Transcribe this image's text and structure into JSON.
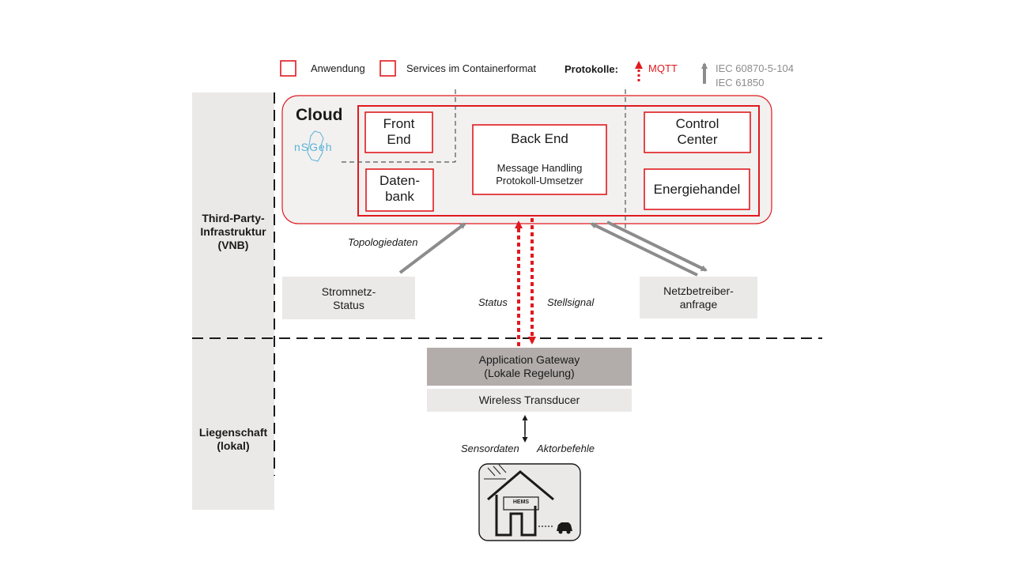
{
  "legend": {
    "application": "Anwendung",
    "services": "Services im Containerformat",
    "protocols_title": "Protokolle:",
    "mqtt": "MQTT",
    "iec_1": "IEC 60870-5-104",
    "iec_2": "IEC 61850"
  },
  "sidebar": {
    "third_party": "Third-Party-\nInfrastruktur\n(VNB)",
    "property": "Liegenschaft\n(lokal)"
  },
  "cloud": {
    "title": "Cloud",
    "logo_text": "nSGeh",
    "front_end": "Front\nEnd",
    "database": "Daten-\nbank",
    "back_end": "Back End",
    "back_end_sub": "Message Handling\nProtokoll-Umsetzer",
    "control_center": "Control\nCenter",
    "energy_trading": "Energiehandel"
  },
  "flows": {
    "topology": "Topologiedaten",
    "status": "Status",
    "control_signal": "Stellsignal",
    "sensor": "Sensordaten",
    "actuator": "Aktorbefehle"
  },
  "boxes": {
    "grid_status": "Stromnetz-\nStatus",
    "operator_request": "Netzbetreiber-\nanfrage",
    "gateway": "Application Gateway\n(Lokale Regelung)",
    "transducer": "Wireless Transducer"
  },
  "house": {
    "hems": "HEMS"
  },
  "colors": {
    "red": "#e0191e",
    "gray_arrow": "#8c8c8c",
    "light_gray": "#ebe9e8",
    "gateway_gray": "#b2adab",
    "cloud_fill": "#f2f1f0"
  }
}
